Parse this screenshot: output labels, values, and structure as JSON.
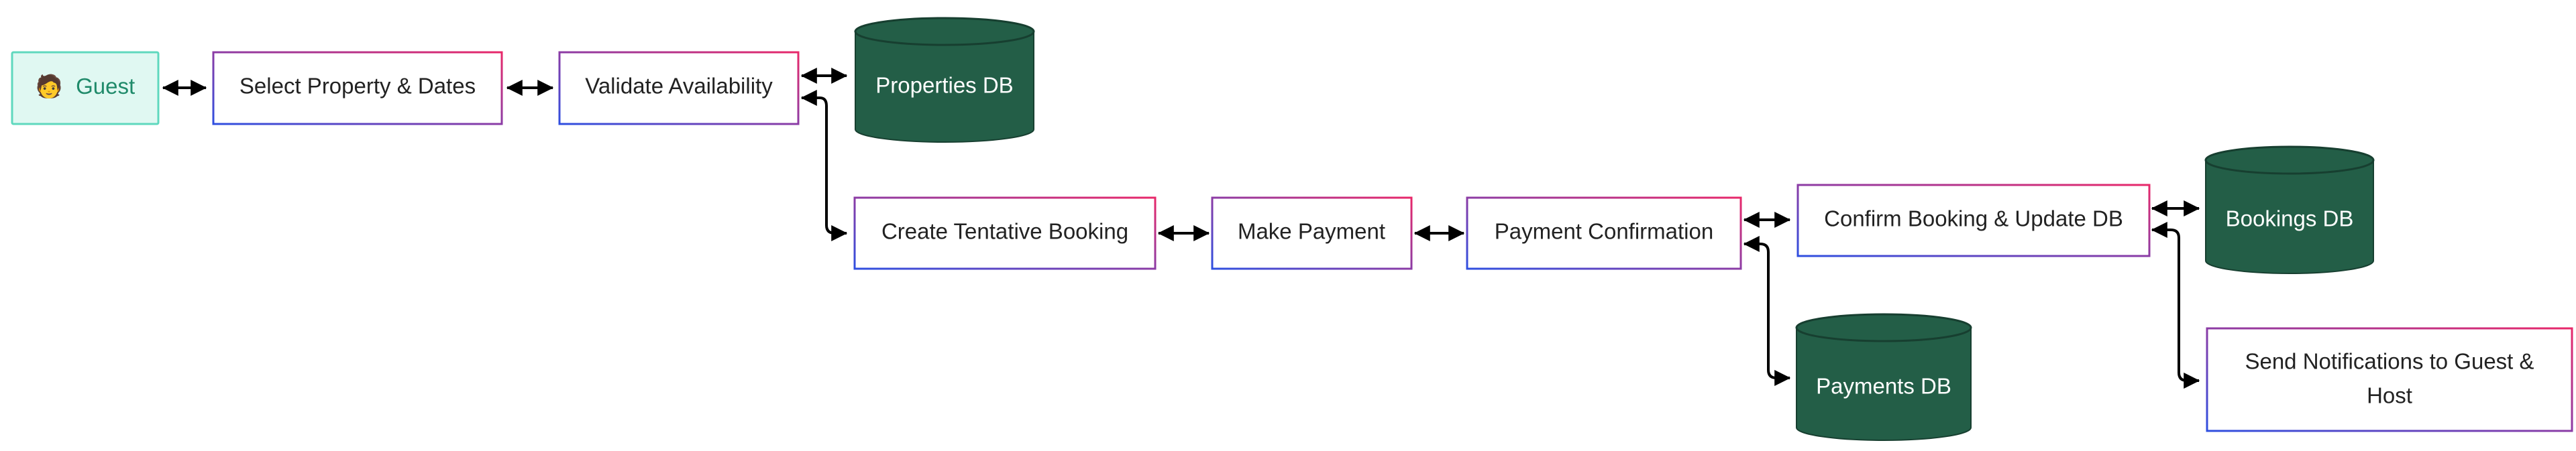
{
  "nodes": {
    "guest": {
      "emoji": "🧑",
      "label": "Guest"
    },
    "select_property": {
      "label": "Select Property & Dates"
    },
    "validate_availability": {
      "label": "Validate Availability"
    },
    "properties_db": {
      "label": "Properties DB"
    },
    "create_booking": {
      "label": "Create Tentative Booking"
    },
    "make_payment": {
      "label": "Make Payment"
    },
    "payment_confirmation": {
      "label": "Payment Confirmation"
    },
    "confirm_booking": {
      "label": "Confirm Booking & Update DB"
    },
    "bookings_db": {
      "label": "Bookings DB"
    },
    "payments_db": {
      "label": "Payments DB"
    },
    "send_notifications": {
      "label_line1": "Send Notifications to Guest &",
      "label_line2": "Host"
    }
  },
  "edges": [
    {
      "from": "guest",
      "to": "select_property",
      "bidirectional": true
    },
    {
      "from": "select_property",
      "to": "validate_availability",
      "bidirectional": true
    },
    {
      "from": "validate_availability",
      "to": "properties_db",
      "bidirectional": true
    },
    {
      "from": "validate_availability",
      "to": "create_booking",
      "bidirectional": true
    },
    {
      "from": "create_booking",
      "to": "make_payment",
      "bidirectional": true
    },
    {
      "from": "make_payment",
      "to": "payment_confirmation",
      "bidirectional": true
    },
    {
      "from": "payment_confirmation",
      "to": "confirm_booking",
      "bidirectional": true
    },
    {
      "from": "payment_confirmation",
      "to": "payments_db",
      "bidirectional": true
    },
    {
      "from": "confirm_booking",
      "to": "bookings_db",
      "bidirectional": true
    },
    {
      "from": "confirm_booking",
      "to": "send_notifications",
      "bidirectional": true
    }
  ],
  "colors": {
    "process_border_start": "#2f4fe0",
    "process_border_end": "#e8286a",
    "guest_fill": "#e0f8f2",
    "guest_border": "#5fd8be",
    "guest_text": "#1f8a6a",
    "db_fill": "#235e47",
    "db_stroke": "#173f30",
    "edge": "#000000"
  }
}
